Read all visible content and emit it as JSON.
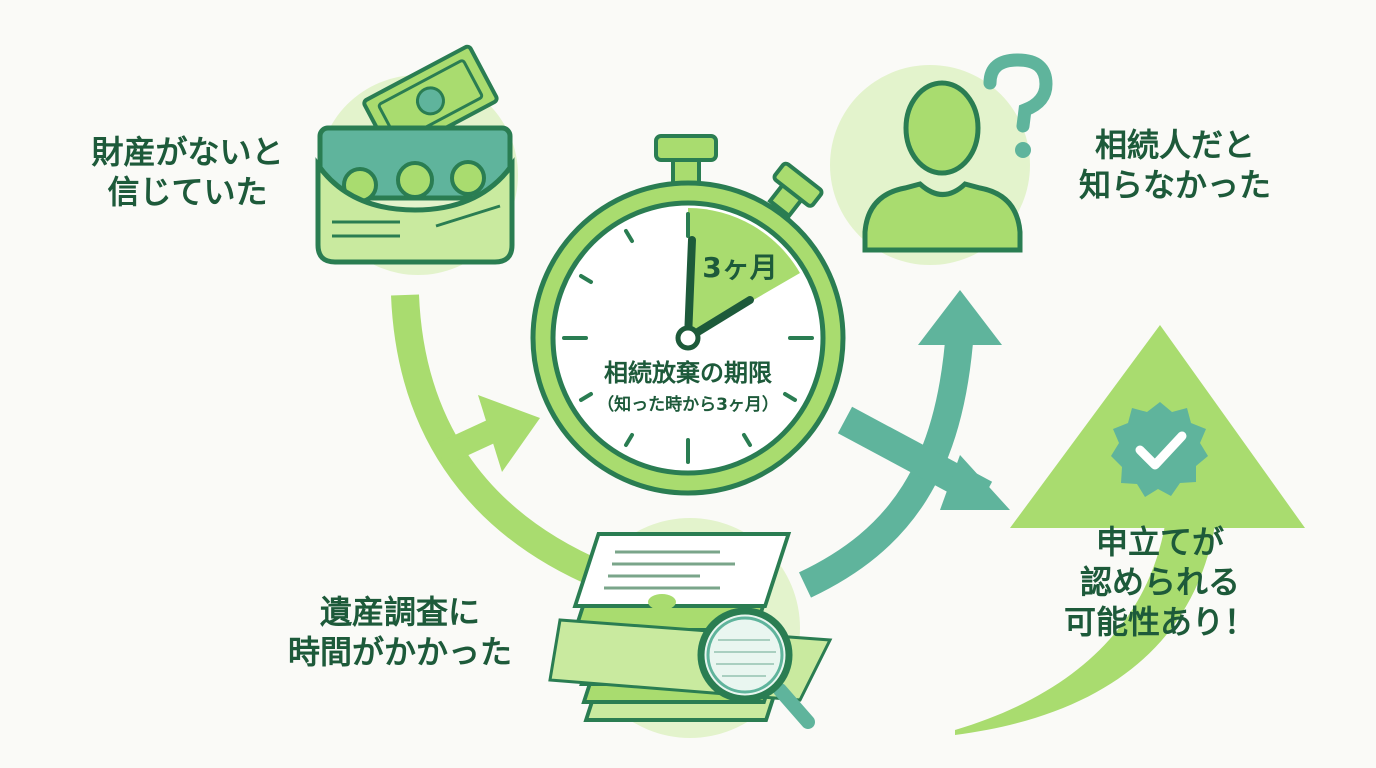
{
  "reasons": {
    "left_top": {
      "line1": "財産がないと",
      "line2": "信じていた"
    },
    "right_top": {
      "line1": "相続人だと",
      "line2": "知らなかった"
    },
    "left_bottom": {
      "line1": "遺産調査に",
      "line2": "時間がかかった"
    }
  },
  "clock": {
    "badge": "3ヶ月",
    "title": "相続放棄の期限",
    "subtitle": "（知った時から3ヶ月）"
  },
  "result": {
    "line1": "申立てが",
    "line2": "認められる",
    "line3": "可能性あり！"
  },
  "colors": {
    "dark_green": "#1d5a3a",
    "light_green": "#a9dc6f",
    "teal": "#5fb49c",
    "pale_green": "#e3f3cc"
  }
}
